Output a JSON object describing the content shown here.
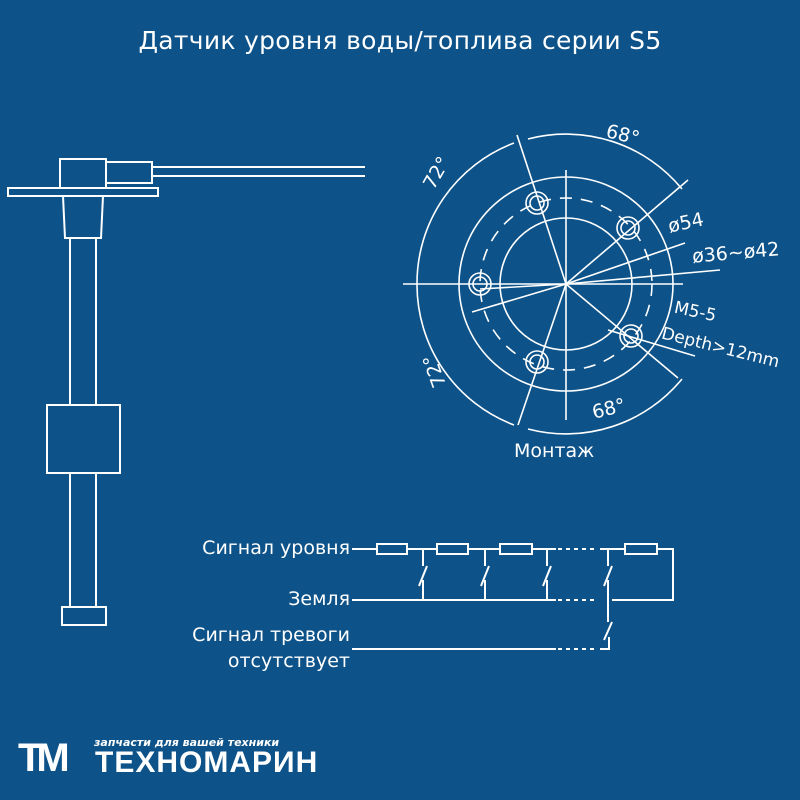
{
  "title": "Датчик уровня воды/топлива серии S5",
  "mounting": {
    "caption": "Монтаж",
    "angle_top": "68°",
    "angle_bottom": "68°",
    "angle_upper_left": "72°",
    "angle_lower_left": "72°",
    "dim_outer": "ø54",
    "dim_inner": "ø36~ø42",
    "thread": "M5-5",
    "depth": "Depth>12mm"
  },
  "schematic": {
    "level_signal": "Сигнал уровня",
    "ground": "Земля",
    "alarm_line1": "Сигнал тревоги",
    "alarm_line2": "отсутствует"
  },
  "logo": {
    "mark": "TM",
    "tagline": "запчасти для вашей техники",
    "name": "ТЕХНОМАРИН"
  },
  "colors": {
    "background": "#0d5288",
    "lines": "#ffffff"
  }
}
